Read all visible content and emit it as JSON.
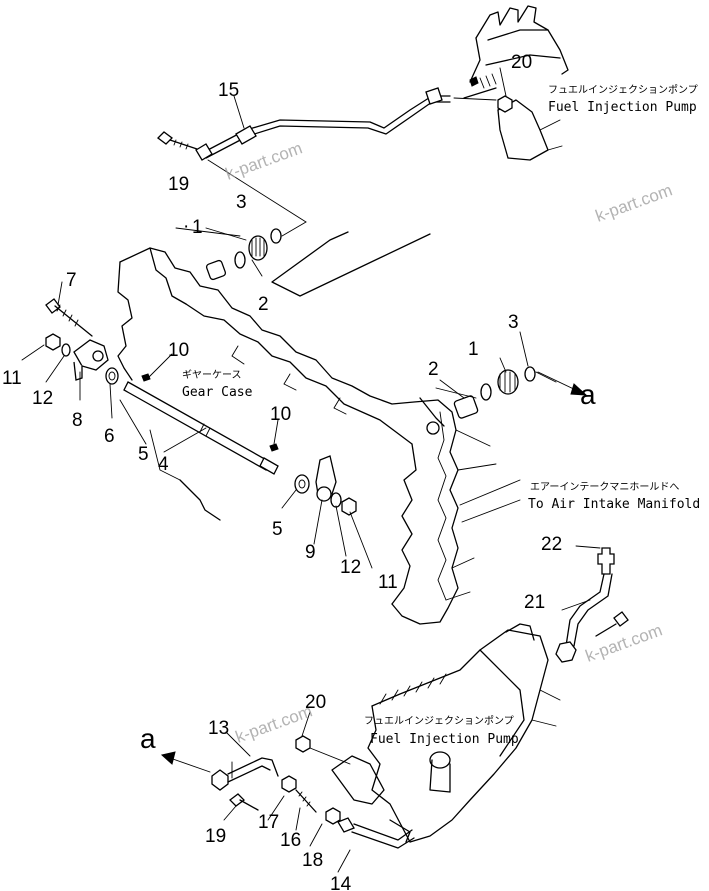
{
  "labels": {
    "fuel_injection_pump_top": {
      "jp": "フュエルインジェクションポンプ",
      "en": "Fuel Injection Pump"
    },
    "gear_case": {
      "jp": "ギヤーケース",
      "en": "Gear Case"
    },
    "air_intake": {
      "jp": "エアーインテークマニホールドへ",
      "en": "To Air Intake Manifold"
    },
    "fuel_injection_pump_bottom": {
      "jp": "フュエルインジェクションポンプ",
      "en": "Fuel Injection Pump"
    }
  },
  "connector_letter": "a",
  "watermark": "k-part.com",
  "part_numbers": {
    "n1a": "1",
    "n1b": "1",
    "n2a": "2",
    "n2b": "2",
    "n3a": "3",
    "n3b": "3",
    "n4": "4",
    "n5a": "5",
    "n5b": "5",
    "n6": "6",
    "n7": "7",
    "n8": "8",
    "n9": "9",
    "n10a": "10",
    "n10b": "10",
    "n11a": "11",
    "n11b": "11",
    "n12a": "12",
    "n12b": "12",
    "n13": "13",
    "n14": "14",
    "n15": "15",
    "n16": "16",
    "n17": "17",
    "n18": "18",
    "n19a": "19",
    "n19b": "19",
    "n20a": "20",
    "n20b": "20",
    "n21": "21",
    "n22": "22"
  }
}
